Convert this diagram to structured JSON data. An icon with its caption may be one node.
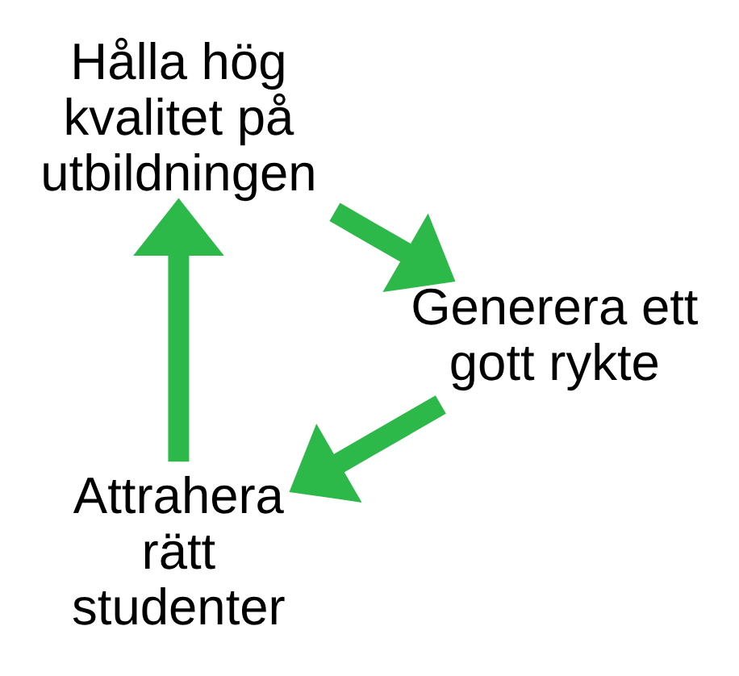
{
  "diagram": {
    "nodes": [
      {
        "text": [
          "Attrahera rätt studenter"
        ]
      },
      {
        "text": [
          "Hålla hög kvalitet på utbildningen"
        ]
      },
      {
        "text": [
          "Generera ett gott rykte"
        ]
      }
    ],
    "edges": [
      {
        "from": 0,
        "to": 1,
        "arrow": "to"
      },
      {
        "from": 1,
        "to": 2,
        "arrow": "to"
      },
      {
        "from": 2,
        "to": 0,
        "arrow": "to"
      }
    ]
  }
}
